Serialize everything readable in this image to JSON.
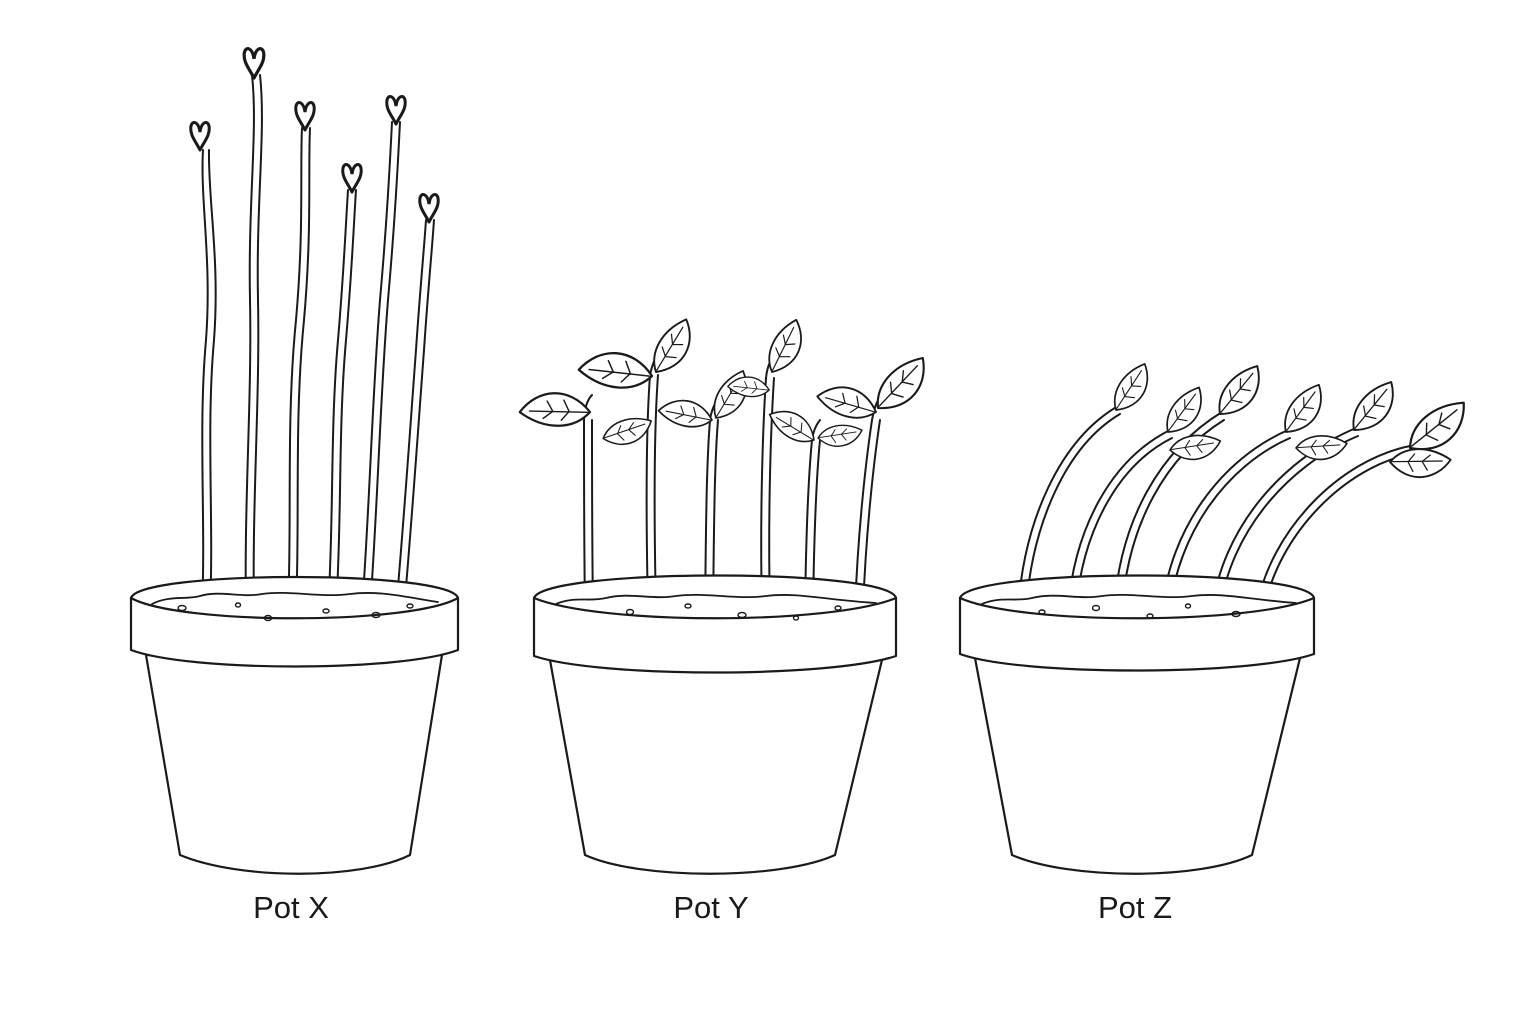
{
  "pots": [
    {
      "id": "x",
      "label": "Pot X",
      "seedlings": 6,
      "growth": "tall-thin-no-leaves"
    },
    {
      "id": "y",
      "label": "Pot Y",
      "seedlings": 6,
      "growth": "upright-with-leaves"
    },
    {
      "id": "z",
      "label": "Pot Z",
      "seedlings": 6,
      "growth": "bent-to-right-with-leaves"
    }
  ],
  "colors": {
    "ink": "#1a1a1a",
    "background": "#ffffff"
  }
}
